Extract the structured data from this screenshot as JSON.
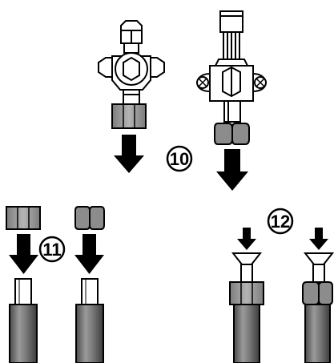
{
  "steps": {
    "step10": "10",
    "step11": "11",
    "step12": "12"
  },
  "colors": {
    "line": "#000000",
    "nut_fill": "#9a9a9a",
    "pipe_fill": "#6b6b6b",
    "background": "#ffffff"
  },
  "icons": [
    "valve-icon",
    "service-valve-icon",
    "flare-nut-icon",
    "pipe-icon",
    "flaring-cone-icon",
    "down-arrow-icon"
  ]
}
